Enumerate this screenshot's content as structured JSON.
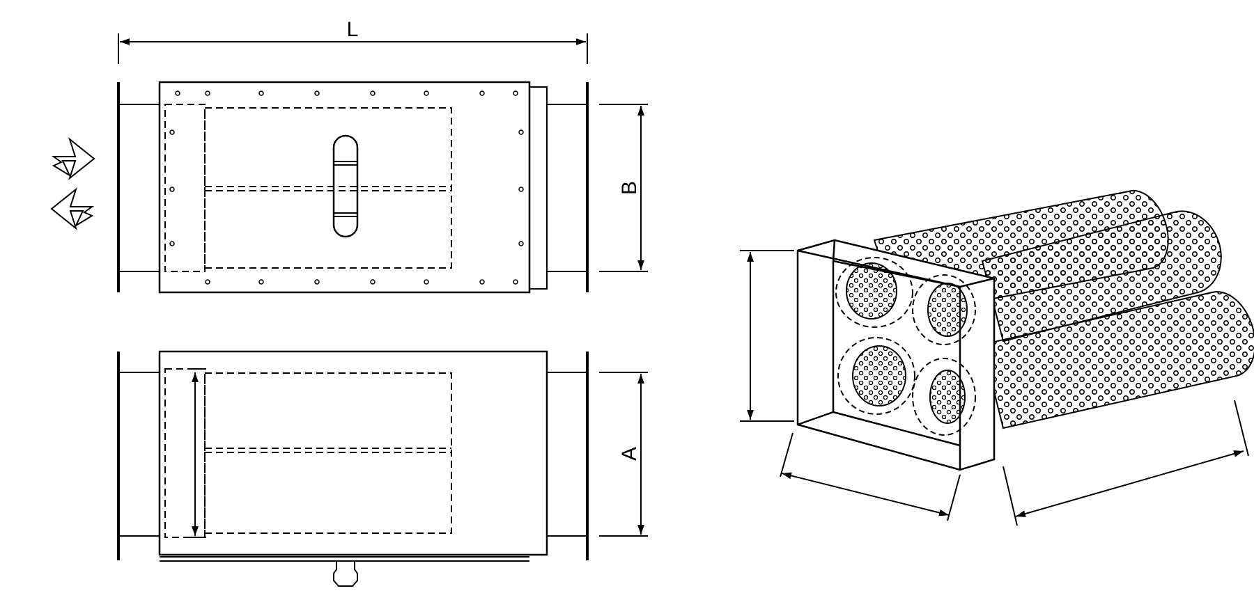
{
  "labels": {
    "length": "L",
    "height": "B",
    "width": "A"
  },
  "colors": {
    "line": "#000000",
    "background": "#ffffff"
  }
}
